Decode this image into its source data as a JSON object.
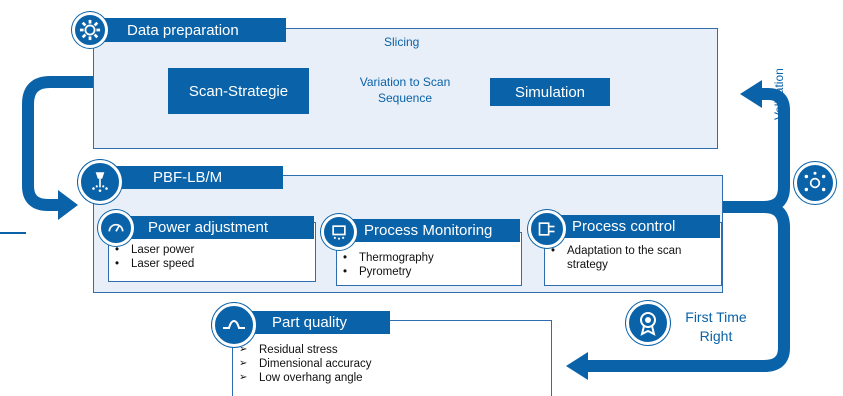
{
  "data_preparation": {
    "title": "Data preparation",
    "slicing": "Slicing",
    "scan_strategie": "Scan-Strategie",
    "variation": "Variation to Scan Sequence",
    "simulation": "Simulation"
  },
  "pbf": {
    "title": "PBF-LB/M",
    "power": {
      "title": "Power adjustment",
      "items": [
        "Laser power",
        "Laser speed"
      ]
    },
    "monitoring": {
      "title": "Process Monitoring",
      "items": [
        "Thermography",
        "Pyrometry"
      ]
    },
    "control": {
      "title": "Process control",
      "items": [
        "Adaptation to the scan strategy"
      ]
    }
  },
  "validation": "Validation",
  "first_time_right": {
    "line1": "First Time",
    "line2": "Right"
  },
  "part_quality": {
    "title": "Part quality",
    "items": [
      "Residual stress",
      "Dimensional accuracy",
      "Low overhang angle"
    ]
  },
  "colors": {
    "primary": "#0a62a8",
    "panel_fill": "#e8eff8",
    "border": "#2e6eb0"
  },
  "icons": [
    "gear-icon",
    "laser-icon",
    "power-gauge-icon",
    "monitoring-icon",
    "control-icon",
    "network-icon",
    "award-icon",
    "part-quality-icon"
  ]
}
